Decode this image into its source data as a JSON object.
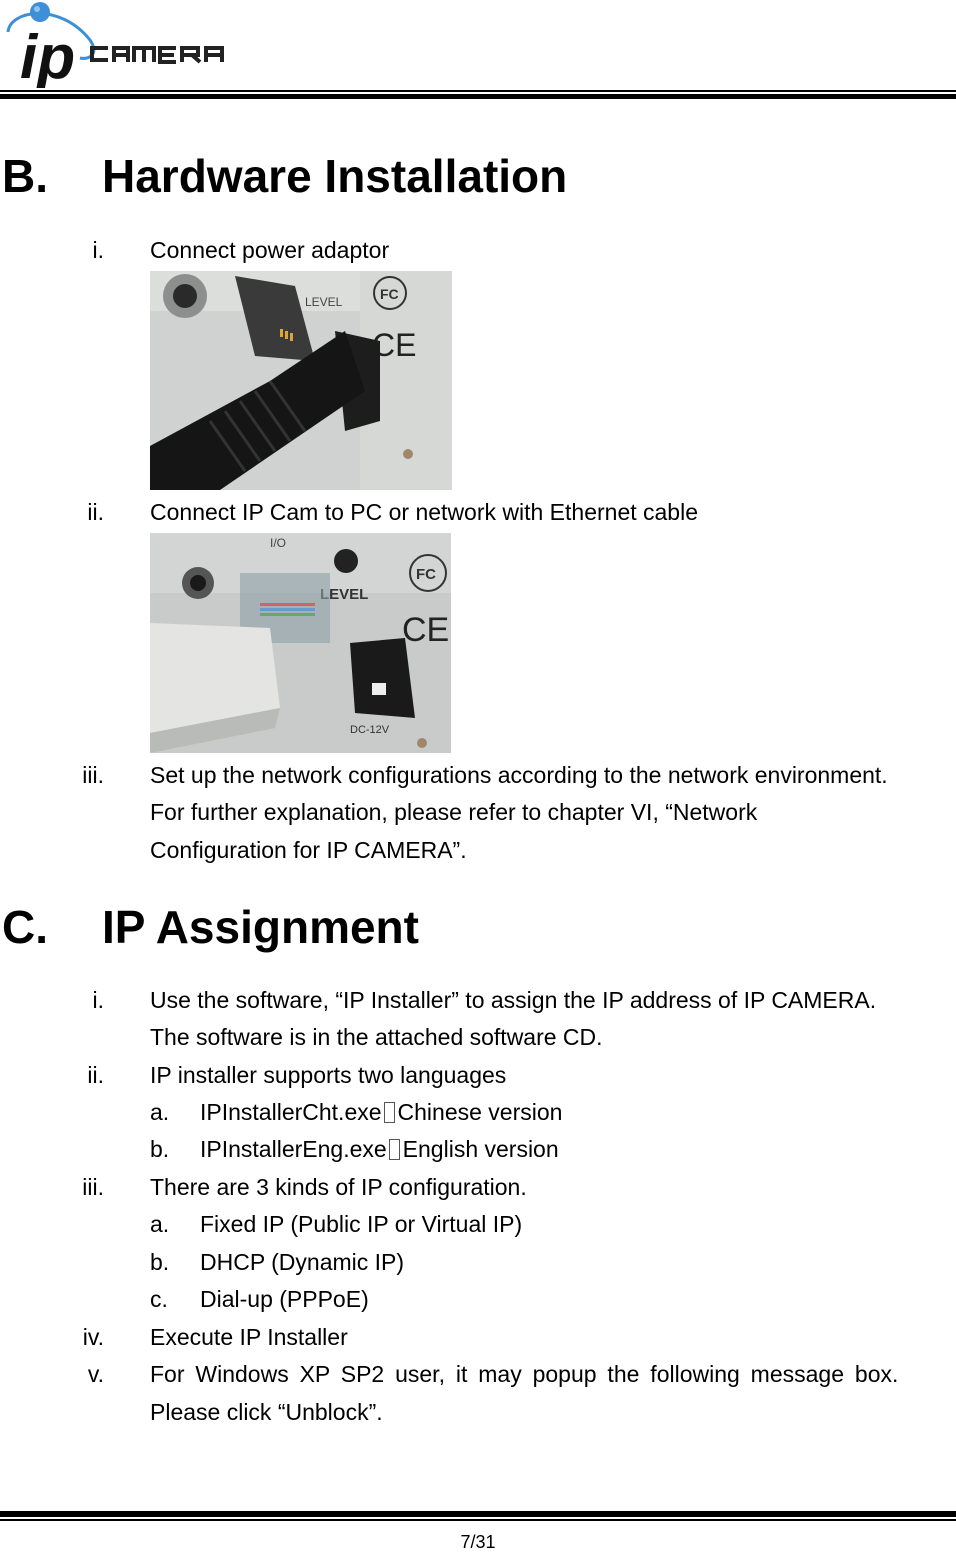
{
  "header": {
    "logo": {
      "text_main": "ip",
      "text_sub": "CAMERA",
      "accent_color": "#3d8fd6"
    }
  },
  "sections": [
    {
      "letter": "B.",
      "title": "Hardware Installation",
      "items": [
        {
          "num": "i.",
          "text": "Connect power adaptor",
          "image": "photo-power-adaptor-connection"
        },
        {
          "num": "ii.",
          "text": "Connect IP Cam to PC or network with Ethernet cable",
          "image": "photo-ethernet-cable-connection"
        },
        {
          "num": "iii.",
          "lines": [
            "Set up the network configurations according to the network environment.",
            "For further explanation, please refer to chapter VI, “Network",
            "Configuration for IP CAMERA”."
          ]
        }
      ]
    },
    {
      "letter": "C.",
      "title": "IP Assignment",
      "items": [
        {
          "num": "i.",
          "lines": [
            "Use the software, “IP Installer” to assign the IP address of IP CAMERA.",
            "The software is in the attached software CD."
          ]
        },
        {
          "num": "ii.",
          "text": "IP installer supports two languages",
          "sub": [
            {
              "letter": "a.",
              "file": "IPInstallerCht.exe",
              "desc": "Chinese version"
            },
            {
              "letter": "b.",
              "file": "IPInstallerEng.exe",
              "desc": "English version"
            }
          ]
        },
        {
          "num": "iii.",
          "text": "There are 3 kinds of IP configuration.",
          "sub": [
            {
              "letter": "a.",
              "text": "Fixed IP (Public IP or Virtual IP)"
            },
            {
              "letter": "b.",
              "text": "DHCP (Dynamic IP)"
            },
            {
              "letter": "c.",
              "text": "Dial-up (PPPoE)"
            }
          ]
        },
        {
          "num": "iv.",
          "text": "Execute IP Installer"
        },
        {
          "num": "v.",
          "lines": [
            "For Windows XP SP2 user, it may popup the following message box.",
            "Please click “Unblock”."
          ]
        }
      ]
    }
  ],
  "footer": {
    "page": "7/31"
  }
}
